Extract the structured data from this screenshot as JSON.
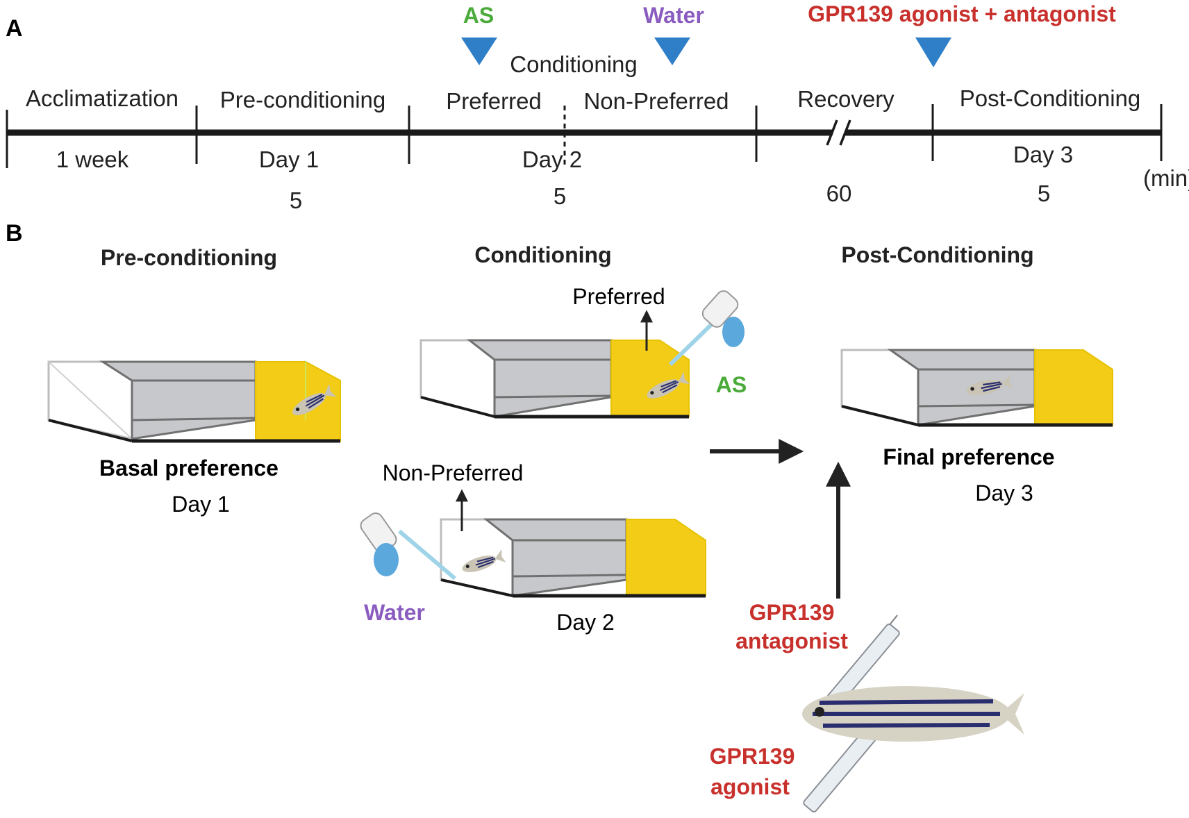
{
  "panel_a": {
    "letter": "A",
    "phases": [
      "Acclimatization",
      "Pre-conditioning",
      "Preferred",
      "Non-Preferred",
      "Recovery",
      "Post-Conditioning"
    ],
    "conditioning_label": "Conditioning",
    "days": [
      "1 week",
      "Day 1",
      "Day 2",
      "Day 3"
    ],
    "durations": [
      "5",
      "5",
      "60",
      "5"
    ],
    "unit": "(min)",
    "markers": {
      "as": "AS",
      "water": "Water",
      "drugs": "GPR139 agonist + antagonist"
    }
  },
  "panel_b": {
    "letter": "B",
    "headers": [
      "Pre-conditioning",
      "Conditioning",
      "Post-Conditioning"
    ],
    "basal": {
      "title": "Basal preference",
      "day": "Day 1"
    },
    "conditioning": {
      "preferred": "Preferred",
      "as": "AS",
      "non_preferred": "Non-Preferred",
      "water": "Water",
      "day": "Day 2"
    },
    "final": {
      "title": "Final preference",
      "day": "Day 3"
    },
    "injection": {
      "antagonist_1": "GPR139",
      "antagonist_2": "antagonist",
      "agonist_1": "GPR139",
      "agonist_2": "agonist"
    }
  },
  "colors": {
    "as": "#4aab3a",
    "water": "#8a5cc0",
    "gpr": "#c8302c",
    "triangle": "#2f7fc8",
    "yellow": "#f2cc16"
  }
}
